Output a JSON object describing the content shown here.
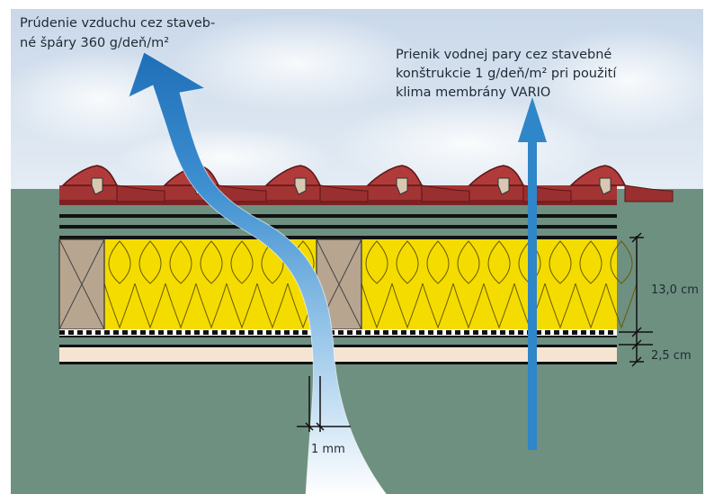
{
  "labels": {
    "air_flow": {
      "line1": "Prúdenie vzduchu cez staveb-",
      "line2": "né špáry 360 g/deň/m²"
    },
    "vapor": {
      "line1": "Prienik vodnej pary cez stavebné",
      "line2": "konštrukcie 1 g/deň/m² pri použití",
      "line3": "klima membrány VARIO"
    },
    "dim_insulation": "13,0 cm",
    "dim_board": "2,5 cm",
    "dim_gap": "1 mm"
  },
  "colors": {
    "sky": "#d6e2ef",
    "wall": "#6e9081",
    "tile": "#a33434",
    "insulation": "#f4dc00",
    "timber": "#b7a58f",
    "arrow_blue": "#2f86c8",
    "board": "#f6e4d2"
  }
}
